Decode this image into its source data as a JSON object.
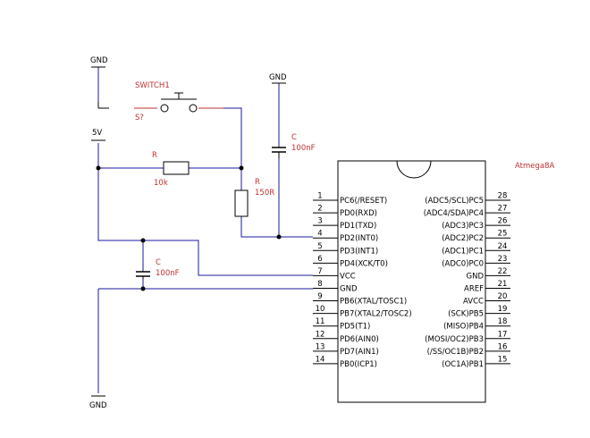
{
  "ground_label": "GND",
  "supply_label": "5V",
  "switch": {
    "name": "SWITCH1",
    "ref": "S?"
  },
  "resistor_pullup": {
    "name": "R",
    "value": "10k"
  },
  "resistor_series": {
    "name": "R",
    "value": "150R"
  },
  "cap_top": {
    "name": "C",
    "value": "100nF"
  },
  "cap_bottom": {
    "name": "C",
    "value": "100nF"
  },
  "chip": {
    "name": "Atmega8A",
    "left_pins": [
      {
        "num": "1",
        "label": "PC6(/RESET)"
      },
      {
        "num": "2",
        "label": "PD0(RXD)"
      },
      {
        "num": "3",
        "label": "PD1(TXD)"
      },
      {
        "num": "4",
        "label": "PD2(INT0)"
      },
      {
        "num": "5",
        "label": "PD3(INT1)"
      },
      {
        "num": "6",
        "label": "PD4(XCK/T0)"
      },
      {
        "num": "7",
        "label": "VCC"
      },
      {
        "num": "8",
        "label": "GND"
      },
      {
        "num": "9",
        "label": "PB6(XTAL/TOSC1)"
      },
      {
        "num": "10",
        "label": "PB7(XTAL2/TOSC2)"
      },
      {
        "num": "11",
        "label": "PD5(T1)"
      },
      {
        "num": "12",
        "label": "PD6(AIN0)"
      },
      {
        "num": "13",
        "label": "PD7(AIN1)"
      },
      {
        "num": "14",
        "label": "PB0(ICP1)"
      }
    ],
    "right_pins": [
      {
        "num": "28",
        "label": "(ADC5/SCL)PC5"
      },
      {
        "num": "27",
        "label": "(ADC4/SDA)PC4"
      },
      {
        "num": "26",
        "label": "(ADC3)PC3"
      },
      {
        "num": "25",
        "label": "(ADC2)PC2"
      },
      {
        "num": "24",
        "label": "(ADC1)PC1"
      },
      {
        "num": "23",
        "label": "(ADC0)PC0"
      },
      {
        "num": "22",
        "label": "GND"
      },
      {
        "num": "21",
        "label": "AREF"
      },
      {
        "num": "20",
        "label": "AVCC"
      },
      {
        "num": "19",
        "label": "(SCK)PB5"
      },
      {
        "num": "18",
        "label": "(MISO)PB4"
      },
      {
        "num": "17",
        "label": "(MOSI/OC2)PB3"
      },
      {
        "num": "16",
        "label": "(/SS/OC1B)PB2"
      },
      {
        "num": "15",
        "label": "(OC1A)PB1"
      }
    ]
  }
}
